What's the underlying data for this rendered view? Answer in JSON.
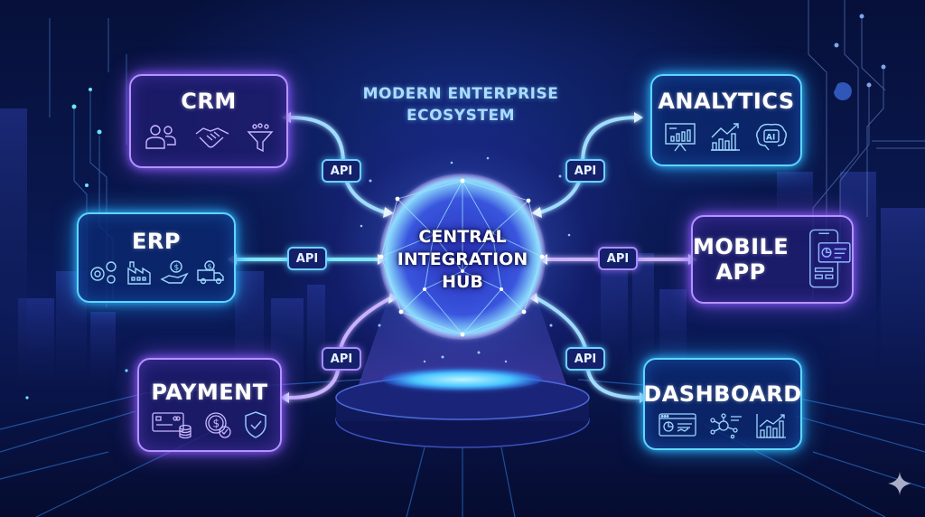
{
  "diagram": {
    "title_line1": "MODERN ENTERPRISE",
    "title_line2": "ECOSYSTEM",
    "hub": {
      "line1": "CENTRAL",
      "line2": "INTEGRATION",
      "line3": "HUB"
    },
    "connector_label": "API",
    "nodes": [
      {
        "id": "crm",
        "label": "CRM",
        "color": "#b493ff",
        "icons": [
          "users-icon",
          "handshake-icon",
          "sales-funnel-icon"
        ]
      },
      {
        "id": "erp",
        "label": "ERP",
        "color": "#5fd6ff",
        "icons": [
          "gears-icon",
          "factory-icon",
          "hand-dollar-icon",
          "delivery-truck-icon"
        ]
      },
      {
        "id": "payment",
        "label": "PAYMENT",
        "color": "#b493ff",
        "icons": [
          "credit-card-coins-icon",
          "dollar-check-icon",
          "shield-check-icon"
        ]
      },
      {
        "id": "analytics",
        "label": "ANALYTICS",
        "color": "#5fd6ff",
        "icons": [
          "presentation-chart-icon",
          "growth-chart-icon",
          "ai-brain-icon"
        ]
      },
      {
        "id": "mobile",
        "label_line1": "MOBILE",
        "label_line2": "APP",
        "color": "#b493ff",
        "icons": [
          "smartphone-dashboard-icon"
        ]
      },
      {
        "id": "dashboard",
        "label": "DASHBOARD",
        "color": "#5fd6ff",
        "icons": [
          "browser-pie-chart-icon",
          "network-nodes-icon",
          "bar-chart-trend-icon"
        ]
      }
    ],
    "connections": [
      {
        "from": "crm",
        "to": "hub",
        "label": "API",
        "bidirectional": true
      },
      {
        "from": "erp",
        "to": "hub",
        "label": "API",
        "bidirectional": true
      },
      {
        "from": "payment",
        "to": "hub",
        "label": "API",
        "bidirectional": true
      },
      {
        "from": "analytics",
        "to": "hub",
        "label": "API",
        "bidirectional": true
      },
      {
        "from": "mobile",
        "to": "hub",
        "label": "API",
        "bidirectional": true
      },
      {
        "from": "dashboard",
        "to": "hub",
        "label": "API",
        "bidirectional": true
      }
    ],
    "colors": {
      "background": "#06103a",
      "purple_glow": "#b493ff",
      "cyan_glow": "#5fd6ff",
      "title": "#a9dcff"
    },
    "watermark_icon": "sparkle-icon"
  }
}
